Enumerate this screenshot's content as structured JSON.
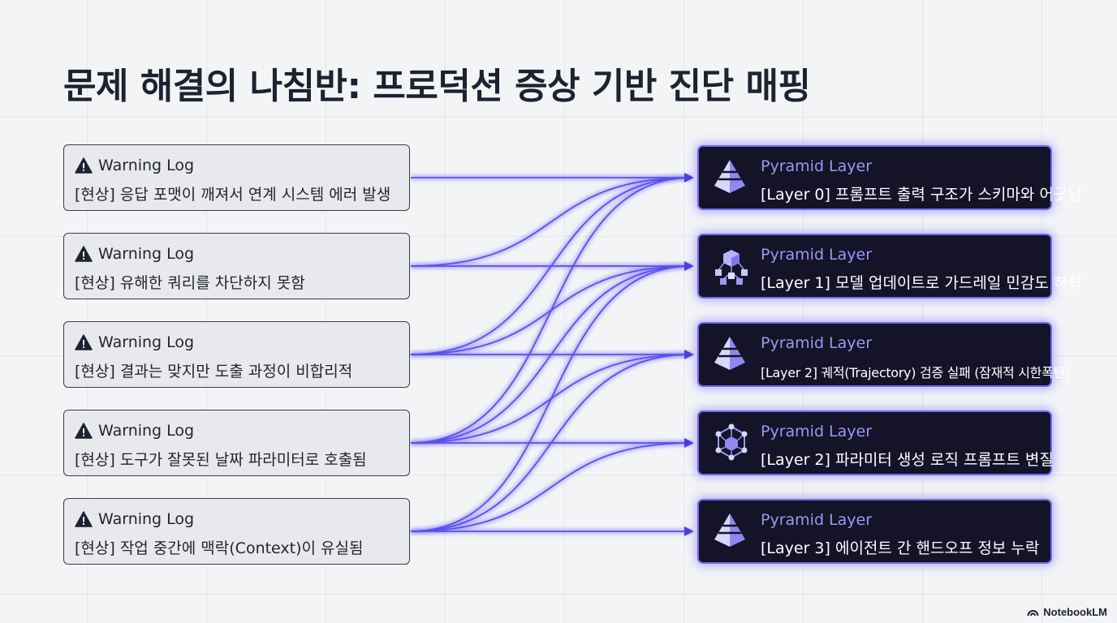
{
  "title": "문제 해결의 나침반: 프로덕션 증상 기반 진단 매핑",
  "symptoms": [
    {
      "label": "Warning Log",
      "text": "[현상] 응답 포맷이 깨져서 연계 시스템 에러 발생"
    },
    {
      "label": "Warning Log",
      "text": "[현상] 유해한 쿼리를 차단하지 못함"
    },
    {
      "label": "Warning Log",
      "text": "[현상] 결과는 맞지만 도출 과정이 비합리적"
    },
    {
      "label": "Warning Log",
      "text": "[현상] 도구가 잘못된 날짜 파라미터로 호출됨"
    },
    {
      "label": "Warning Log",
      "text": "[현상] 작업 중간에 맥락(Context)이 유실됨"
    }
  ],
  "layers": [
    {
      "label": "Pyramid Layer",
      "text": "[Layer 0] 프롬프트 출력 구조가 스키마와 어긋남",
      "icon": "pyramid-icon"
    },
    {
      "label": "Pyramid Layer",
      "text": "[Layer 1] 모델 업데이트로 가드레일 민감도 하락",
      "icon": "network-cubes-icon"
    },
    {
      "label": "Pyramid Layer",
      "text": "[Layer 2] 궤적(Trajectory) 검증 실패 (잠재적 시한폭탄)",
      "icon": "pyramid-icon"
    },
    {
      "label": "Pyramid Layer",
      "text": "[Layer 2] 파라미터 생성 로직 프롬프트 변질",
      "icon": "hexagon-network-icon"
    },
    {
      "label": "Pyramid Layer",
      "text": "[Layer 3] 에이전트 간 핸드오프 정보 누락",
      "icon": "pyramid-icon"
    }
  ],
  "connections": [
    [
      0,
      0
    ],
    [
      1,
      1
    ],
    [
      1,
      0
    ],
    [
      2,
      2
    ],
    [
      2,
      0
    ],
    [
      2,
      1
    ],
    [
      3,
      3
    ],
    [
      3,
      0
    ],
    [
      3,
      1
    ],
    [
      3,
      2
    ],
    [
      4,
      4
    ],
    [
      4,
      1
    ],
    [
      4,
      2
    ],
    [
      4,
      3
    ]
  ],
  "colors": {
    "link": "#5a50e8",
    "layer_bg": "#141328",
    "layer_border": "#6f69f0",
    "warn_bg": "#e8e9ec"
  },
  "brand": "NotebookLM"
}
